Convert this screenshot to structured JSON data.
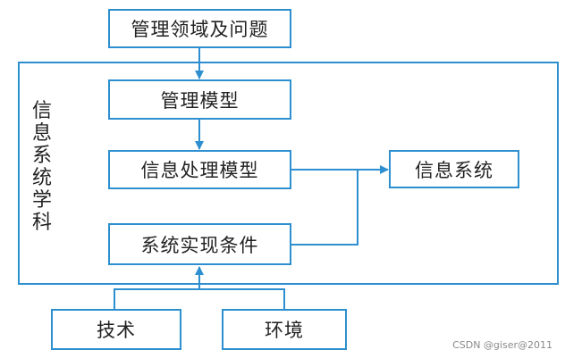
{
  "diagram": {
    "nodes": {
      "domain": "管理领域及问题",
      "model": "管理模型",
      "info_model": "信息处理模型",
      "conditions": "系统实现条件",
      "system": "信息系统",
      "tech": "技术",
      "env": "环境"
    },
    "container_label": "信息系统学科",
    "edges": [
      {
        "from": "domain",
        "to": "model"
      },
      {
        "from": "model",
        "to": "info_model"
      },
      {
        "from": "info_model",
        "to": "system"
      },
      {
        "from": "conditions",
        "to": "system"
      },
      {
        "from": "tech",
        "to": "conditions"
      },
      {
        "from": "env",
        "to": "conditions"
      }
    ]
  },
  "watermark": "CSDN @giser@2011",
  "colors": {
    "line": "#2e8fd0",
    "text": "#222222",
    "watermark": "#8a8a8a"
  }
}
